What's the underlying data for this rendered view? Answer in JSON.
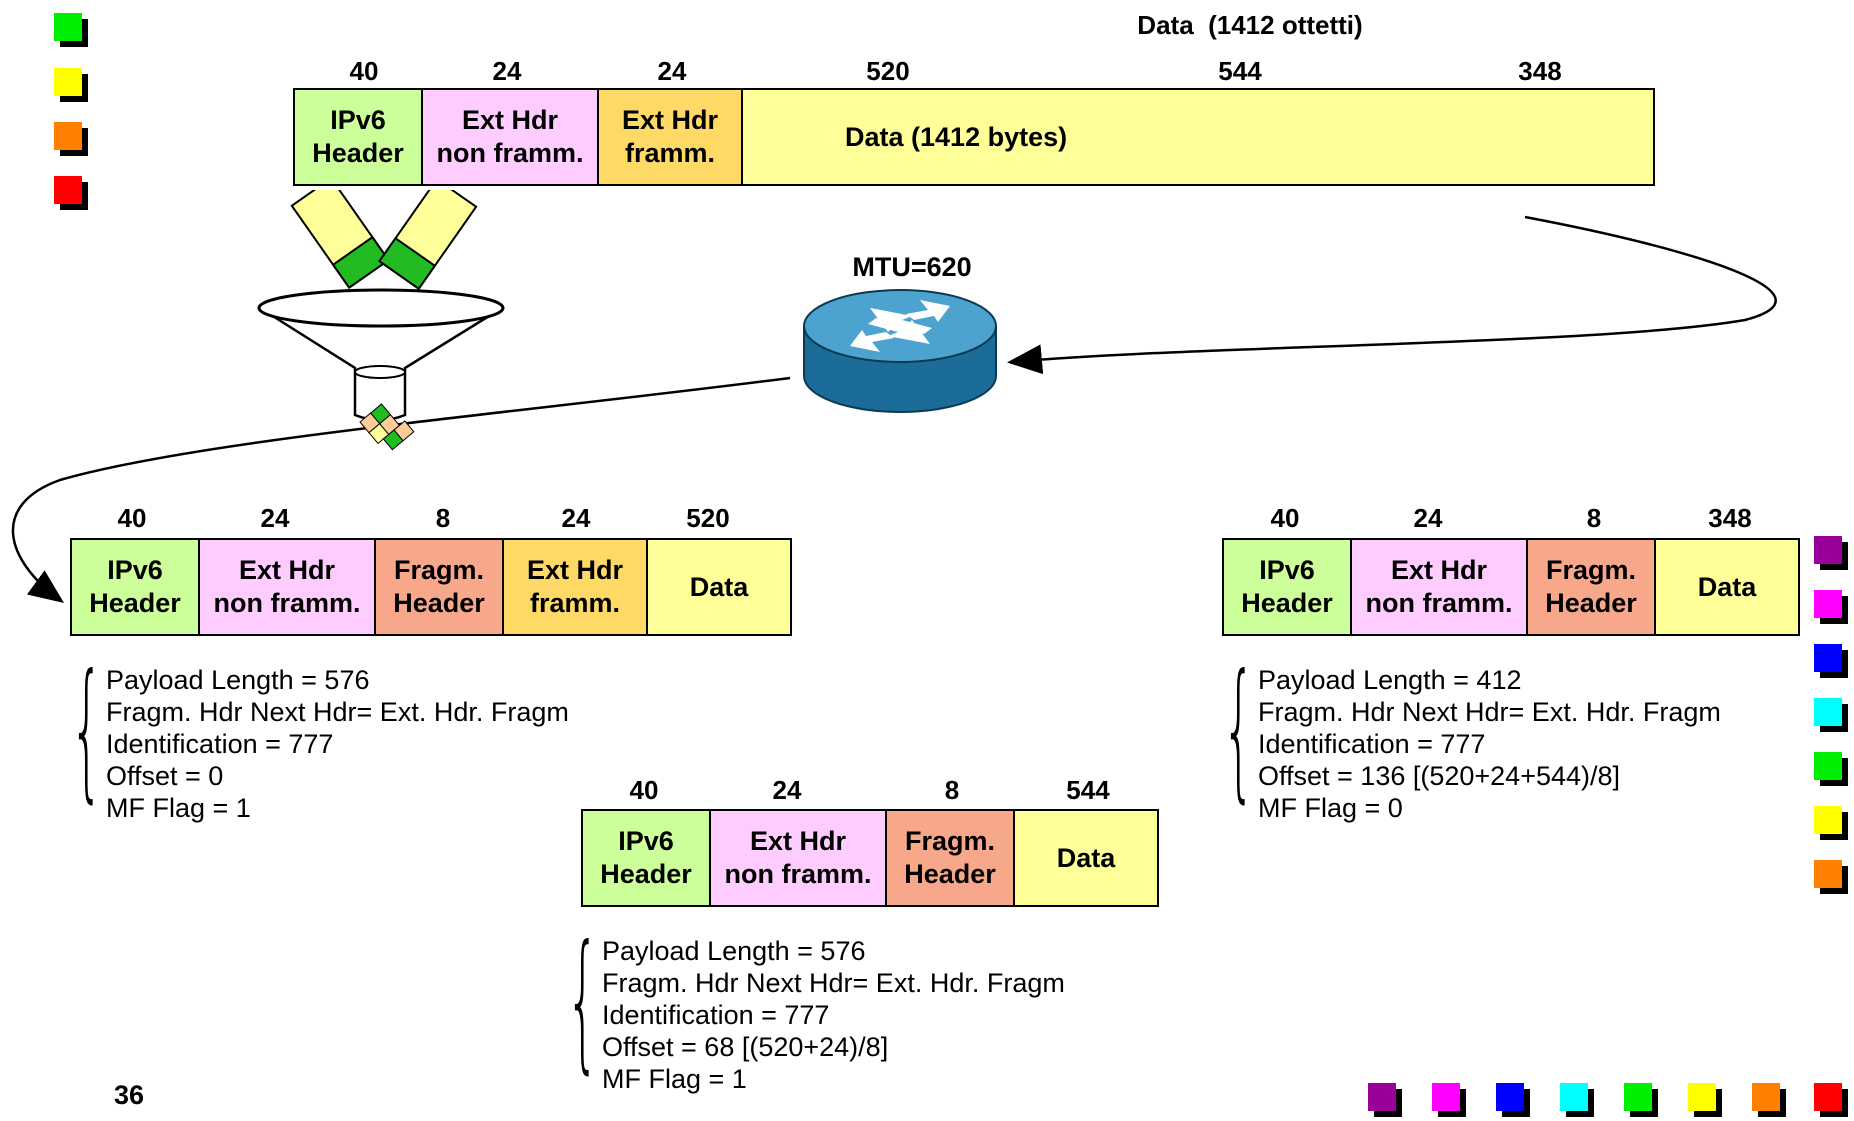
{
  "top": {
    "title": "Data  (1412 ottetti)",
    "sizes": [
      "40",
      "24",
      "24",
      "520",
      "544",
      "348"
    ],
    "cells": {
      "ipv6": "IPv6\nHeader",
      "ext_nonfrag": "Ext Hdr\nnon framm.",
      "ext_frag": "Ext Hdr\nframm.",
      "data": "Data (1412 bytes)"
    }
  },
  "router": {
    "mtu_label": "MTU=620"
  },
  "fragment1": {
    "sizes": [
      "40",
      "24",
      "8",
      "24",
      "520"
    ],
    "cells": [
      "IPv6\nHeader",
      "Ext Hdr\nnon framm.",
      "Fragm.\nHeader",
      "Ext Hdr\nframm.",
      "Data"
    ],
    "info": [
      "Payload Length = 576",
      "Fragm. Hdr Next Hdr= Ext. Hdr. Fragm",
      "Identification = 777",
      "Offset = 0",
      "MF Flag = 1"
    ]
  },
  "fragment2": {
    "sizes": [
      "40",
      "24",
      "8",
      "544"
    ],
    "cells": [
      "IPv6\nHeader",
      "Ext Hdr\nnon framm.",
      "Fragm.\nHeader",
      "Data"
    ],
    "info": [
      "Payload Length = 576",
      "Fragm. Hdr Next Hdr= Ext. Hdr. Fragm",
      "Identification = 777",
      "Offset = 68 [(520+24)/8]",
      "MF Flag = 1"
    ]
  },
  "fragment3": {
    "sizes": [
      "40",
      "24",
      "8",
      "348"
    ],
    "cells": [
      "IPv6\nHeader",
      "Ext Hdr\nnon framm.",
      "Fragm.\nHeader",
      "Data"
    ],
    "info": [
      "Payload Length = 412",
      "Fragm. Hdr Next Hdr= Ext. Hdr. Fragm",
      "Identification = 777",
      "Offset = 136 [(520+24+544)/8]",
      "MF Flag = 0"
    ]
  },
  "page_number": "36",
  "colors": {
    "ipv6": "#ccff99",
    "ext_nonfrag": "#ffccff",
    "ext_frag": "#ffd966",
    "frag_header": "#f8a88a",
    "data": "#ffff99",
    "squares_left": [
      "#00ee00",
      "#ffff00",
      "#ff8000",
      "#ff0000"
    ],
    "squares_right": [
      "#990099",
      "#ff00ff",
      "#0000ff",
      "#00ffff",
      "#00ee00",
      "#ffff00",
      "#ff8000",
      "#ff0000"
    ],
    "squares_bottom": [
      "#990099",
      "#ff00ff",
      "#0000ff",
      "#00ffff",
      "#00ee00",
      "#ffff00",
      "#ff8000"
    ]
  },
  "icons": [
    "router-icon",
    "funnel-icon"
  ]
}
